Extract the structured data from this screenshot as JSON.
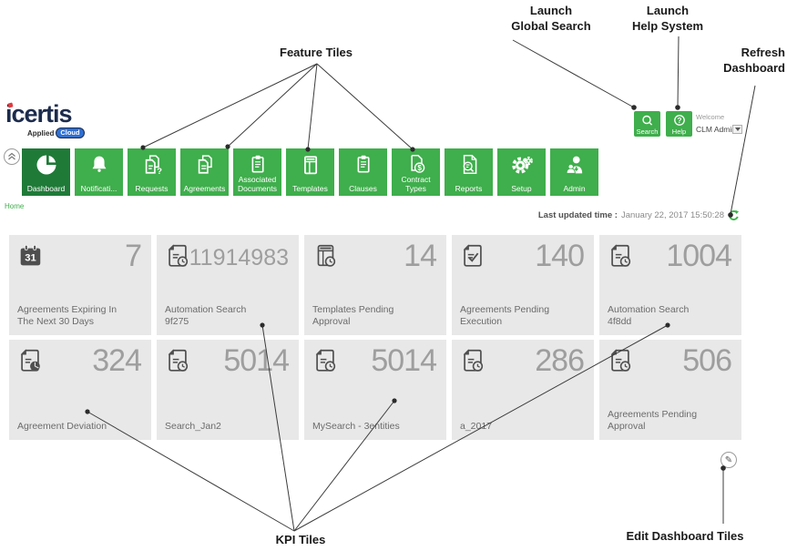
{
  "colors": {
    "accent_green": "#3fae4c",
    "selected_tile_green": "#1f7a38",
    "kpi_tile_bg": "#e8e8e8",
    "logo_navy": "#1c2b4c",
    "cloud_badge_blue": "#2f6fd1"
  },
  "header": {
    "logo_text": "icertis",
    "logo_tagline_prefix": "Applied",
    "logo_tagline_badge": "Cloud",
    "search_label": "Search",
    "help_label": "Help",
    "welcome_label": "Welcome",
    "user_name": "CLM Admin"
  },
  "nav": {
    "collapse_icon": "collapse-chevron-icon",
    "items": [
      {
        "label": "Dashboard",
        "icon": "pie-chart-icon",
        "selected": true
      },
      {
        "label": "Notificati...",
        "icon": "bell-icon",
        "selected": false
      },
      {
        "label": "Requests",
        "icon": "document-question-icon",
        "selected": false
      },
      {
        "label": "Agreements",
        "icon": "documents-icon",
        "selected": false
      },
      {
        "label": "Associated\nDocuments",
        "icon": "clipboard-icon",
        "selected": false
      },
      {
        "label": "Templates",
        "icon": "template-grid-icon",
        "selected": false
      },
      {
        "label": "Clauses",
        "icon": "clipboard-icon",
        "selected": false
      },
      {
        "label": "Contract\nTypes",
        "icon": "document-dollar-icon",
        "selected": false
      },
      {
        "label": "Reports",
        "icon": "document-search-icon",
        "selected": false
      },
      {
        "label": "Setup",
        "icon": "gears-icon",
        "selected": false
      },
      {
        "label": "Admin",
        "icon": "admin-user-icon",
        "selected": false
      }
    ]
  },
  "breadcrumb": "Home",
  "status": {
    "last_updated_label": "Last updated time :",
    "last_updated_value": "January 22, 2017 15:50:28",
    "refresh_icon": "refresh-icon"
  },
  "kpi": {
    "calendar_icon_text": "31",
    "tiles": [
      {
        "value": "7",
        "label": "Agreements Expiring In\nThe Next 30 Days",
        "icon": "calendar-31-icon"
      },
      {
        "value": "11914983",
        "label": "Automation Search\n9f275",
        "icon": "document-clock-icon"
      },
      {
        "value": "14",
        "label": "Templates Pending\nApproval",
        "icon": "template-clock-icon"
      },
      {
        "value": "140",
        "label": "Agreements Pending\nExecution",
        "icon": "document-check-icon"
      },
      {
        "value": "1004",
        "label": "Automation Search\n4f8dd",
        "icon": "document-clock-icon"
      },
      {
        "value": "324",
        "label": "Agreement Deviation",
        "icon": "document-pie-icon"
      },
      {
        "value": "5014",
        "label": "Search_Jan2",
        "icon": "document-clock-icon"
      },
      {
        "value": "5014",
        "label": "MySearch - 3entities",
        "icon": "document-clock-icon"
      },
      {
        "value": "286",
        "label": "a_2017",
        "icon": "document-clock-icon"
      },
      {
        "value": "506",
        "label": "Agreements Pending\nApproval",
        "icon": "document-clock-icon"
      }
    ]
  },
  "edit_dashboard": {
    "pencil_icon": "edit-pencil-icon"
  },
  "annotations": {
    "feature_tiles": "Feature Tiles",
    "launch_global_search": "Launch\nGlobal Search",
    "launch_help_system": "Launch\nHelp System",
    "refresh_dashboard": "Refresh\nDashboard",
    "kpi_tiles": "KPI Tiles",
    "edit_dashboard_tiles": "Edit Dashboard Tiles"
  }
}
